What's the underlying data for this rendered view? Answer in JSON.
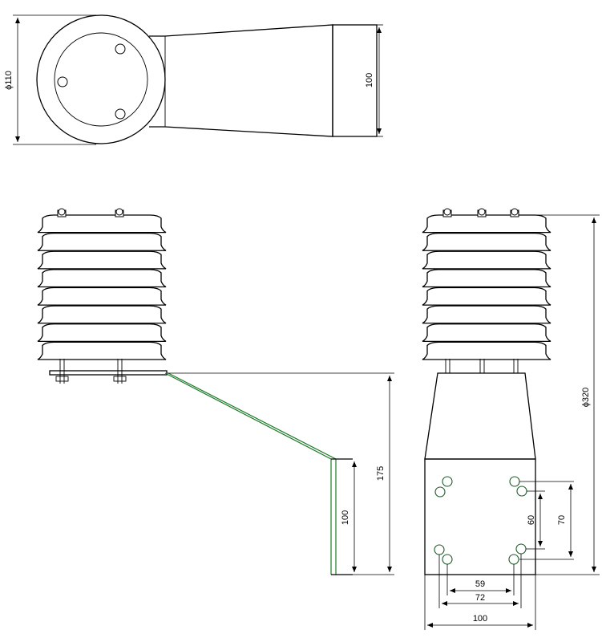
{
  "dimensions": {
    "top_diameter": "ϕ110",
    "top_height": "100",
    "side_height_175": "175",
    "side_height_100": "100",
    "front_total": "ϕ320",
    "front_60": "60",
    "front_70": "70",
    "front_59": "59",
    "front_72": "72",
    "front_100": "100"
  }
}
